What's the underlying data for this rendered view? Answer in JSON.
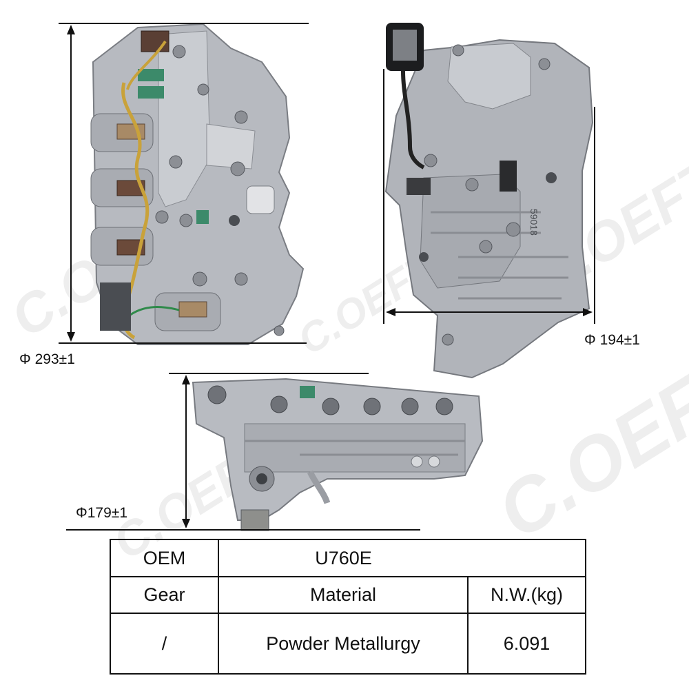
{
  "dimensions": {
    "height": "Φ  293±1",
    "width": "Φ 194±1",
    "depth": "Φ179±1"
  },
  "watermark": "C.OEFT",
  "spec_table": {
    "oem_label": "OEM",
    "oem_value": "U760E",
    "headers": [
      "Gear",
      "Material",
      "N.W.(kg)"
    ],
    "values": [
      "/",
      "Powder Metallurgy",
      "6.091"
    ]
  },
  "part_markings": {
    "casting_number": "59018"
  },
  "colors": {
    "aluminum": "#b9bcc2",
    "aluminum_dark": "#8d9096",
    "solenoid_brown": "#6b4a3a",
    "connector_green": "#3c8a6a",
    "wire_yellow": "#c9a23a"
  }
}
